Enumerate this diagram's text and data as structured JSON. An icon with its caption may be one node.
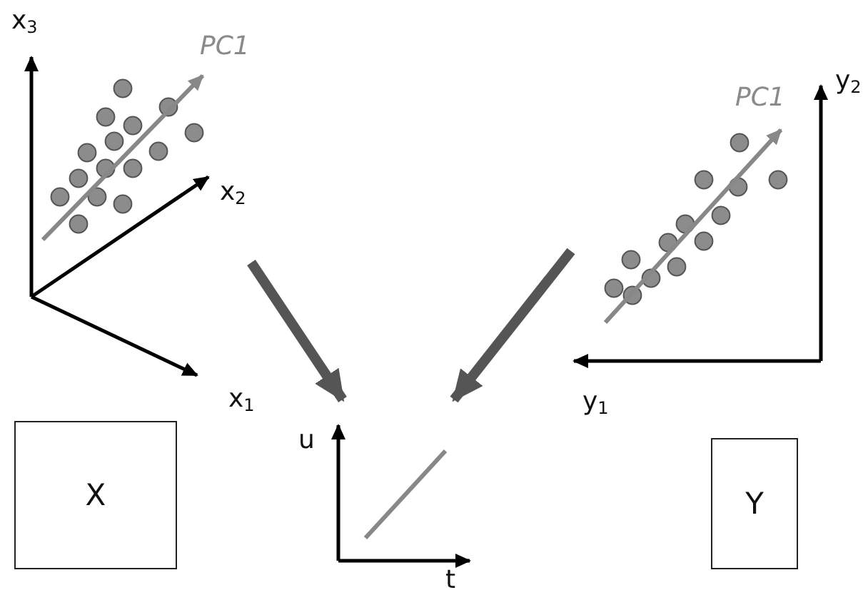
{
  "diagram": {
    "nodes": [
      {
        "text": [],
        "shape": "picture"
      },
      {
        "text": [],
        "shape": "picture"
      },
      {
        "text": [],
        "shape": "picture"
      },
      {
        "text": [
          "X"
        ]
      },
      {
        "text": [
          "Y"
        ]
      }
    ],
    "edges": [
      {
        "from": 0,
        "to": 2,
        "arrow": "to"
      },
      {
        "from": 1,
        "to": 2,
        "arrow": "to"
      }
    ],
    "labels": [
      "x$_{3}$",
      "PC1",
      "x$_{2}$",
      "x$_{1}$",
      "PC1",
      "y$_{2}$",
      "y$_{1}$",
      "u",
      "t"
    ]
  }
}
